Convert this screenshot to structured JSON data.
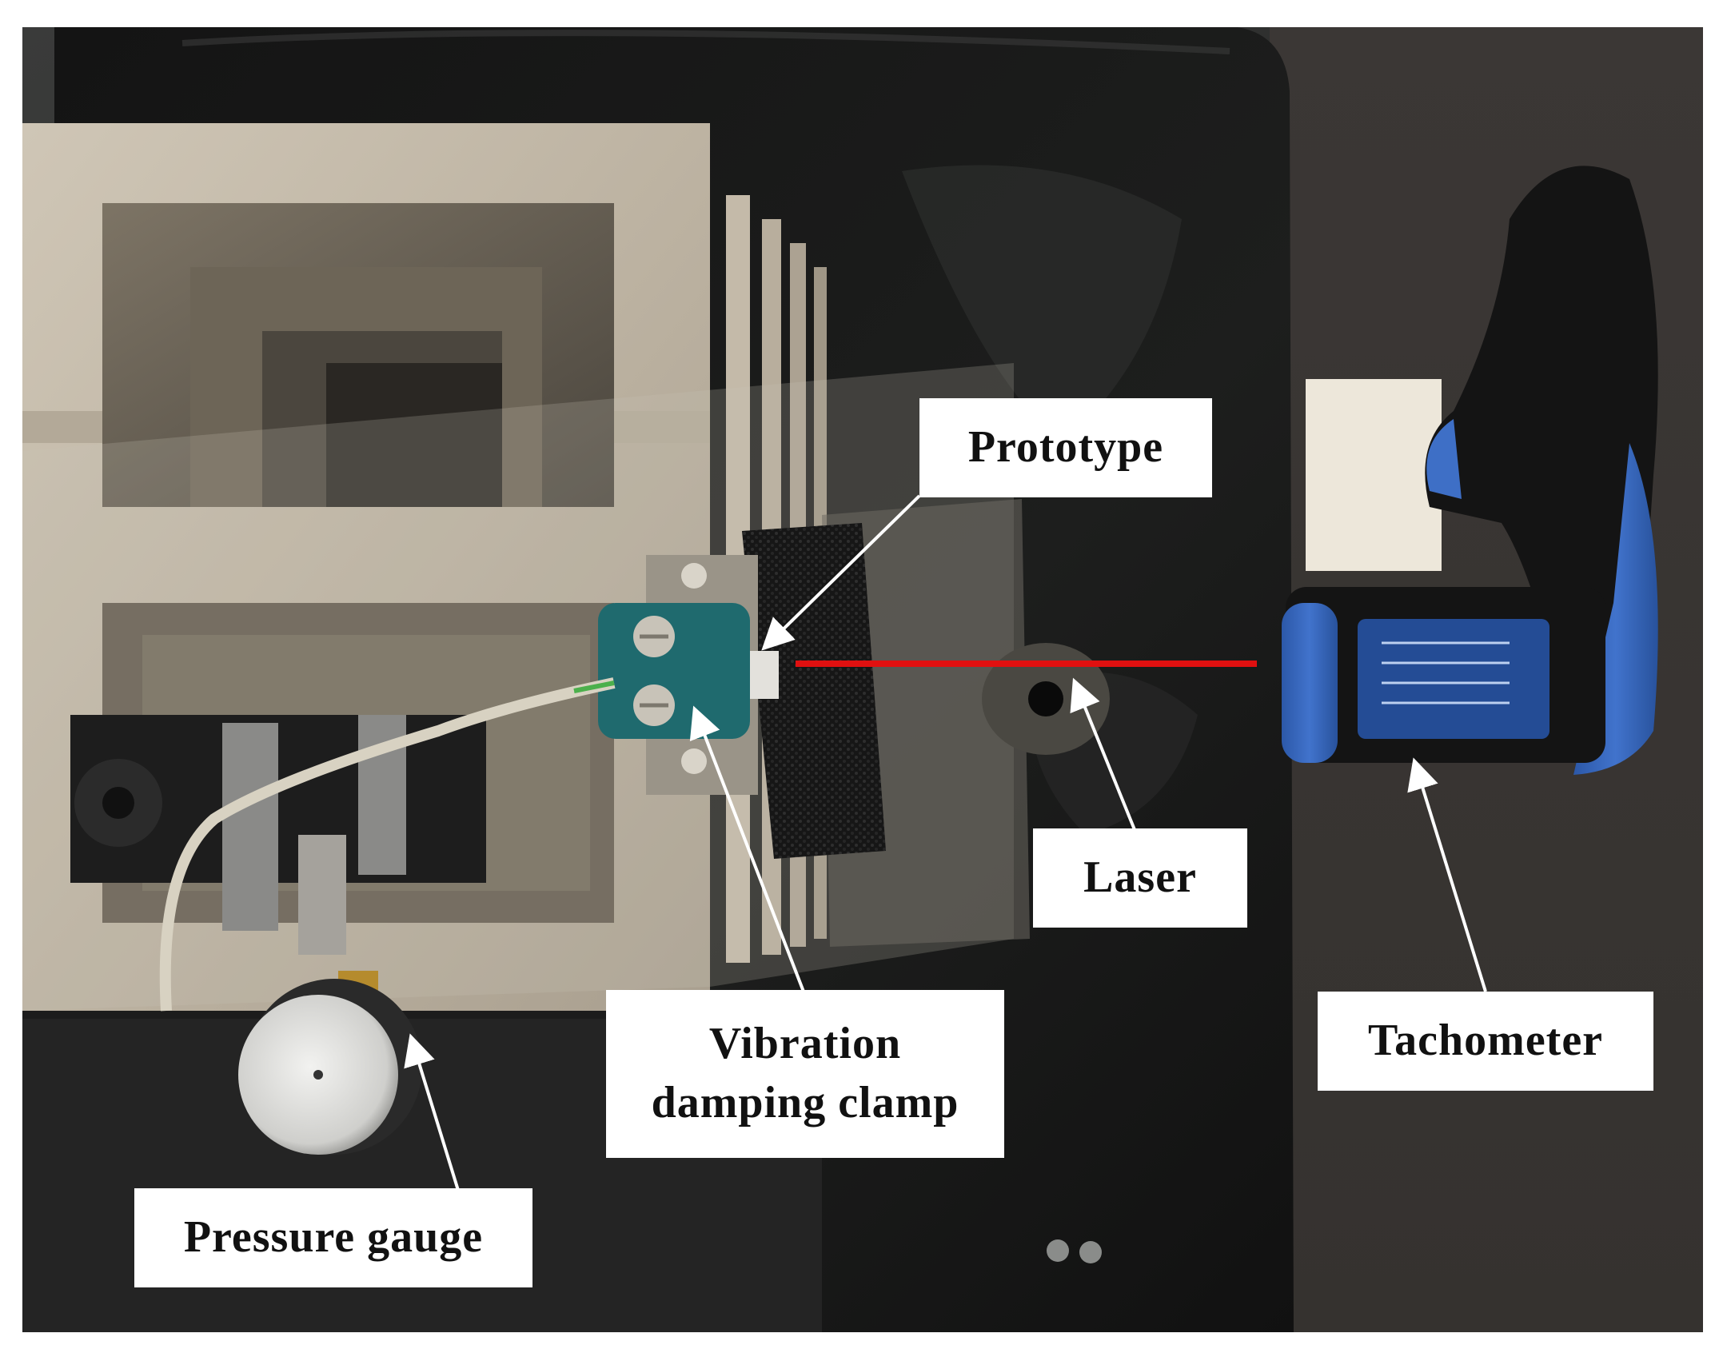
{
  "labels": {
    "prototype": "Prototype",
    "vibration_clamp_line1": "Vibration",
    "vibration_clamp_line2": "damping clamp",
    "laser": "Laser",
    "tachometer": "Tachometer",
    "pressure_gauge": "Pressure gauge"
  },
  "colors": {
    "laser_beam": "#e01010",
    "arrow": "#ffffff",
    "label_background": "#ffffff"
  }
}
